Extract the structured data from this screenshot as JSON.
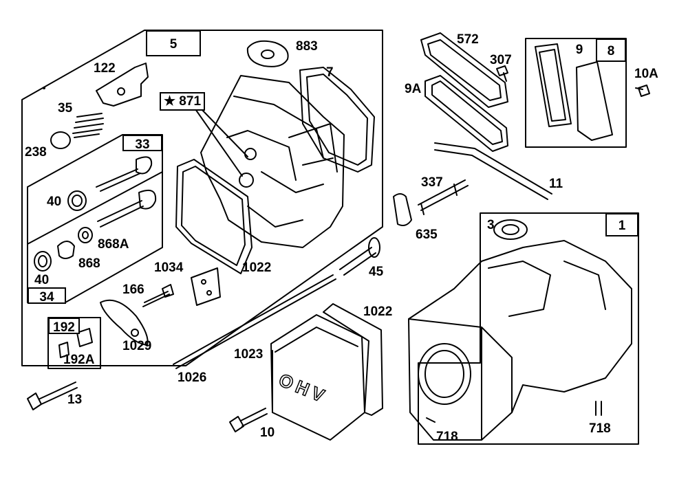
{
  "diagram": {
    "labels": {
      "l883": "883",
      "l7": "7",
      "l122": "122",
      "l35": "35",
      "l871": "★ 871",
      "l238": "238",
      "l40a": "40",
      "l868A": "868A",
      "l868": "868",
      "l40b": "40",
      "l1034": "1034",
      "l166": "166",
      "l1022a": "1022",
      "l1029": "1029",
      "l192A": "192A",
      "l13": "13",
      "l1026": "1026",
      "l1023": "1023",
      "l1022b": "1022",
      "l10": "10",
      "l45": "45",
      "l572": "572",
      "l307": "307",
      "l9A": "9A",
      "l10A": "10A",
      "l337": "337",
      "l11": "11",
      "l635": "635",
      "l3": "3",
      "l718a": "718",
      "l718b": "718"
    },
    "boxes": {
      "b5": "5",
      "b33": "33",
      "b34": "34",
      "b192": "192",
      "b9": "9",
      "b8": "8",
      "b1": "1"
    },
    "cover_text": "OHV"
  }
}
